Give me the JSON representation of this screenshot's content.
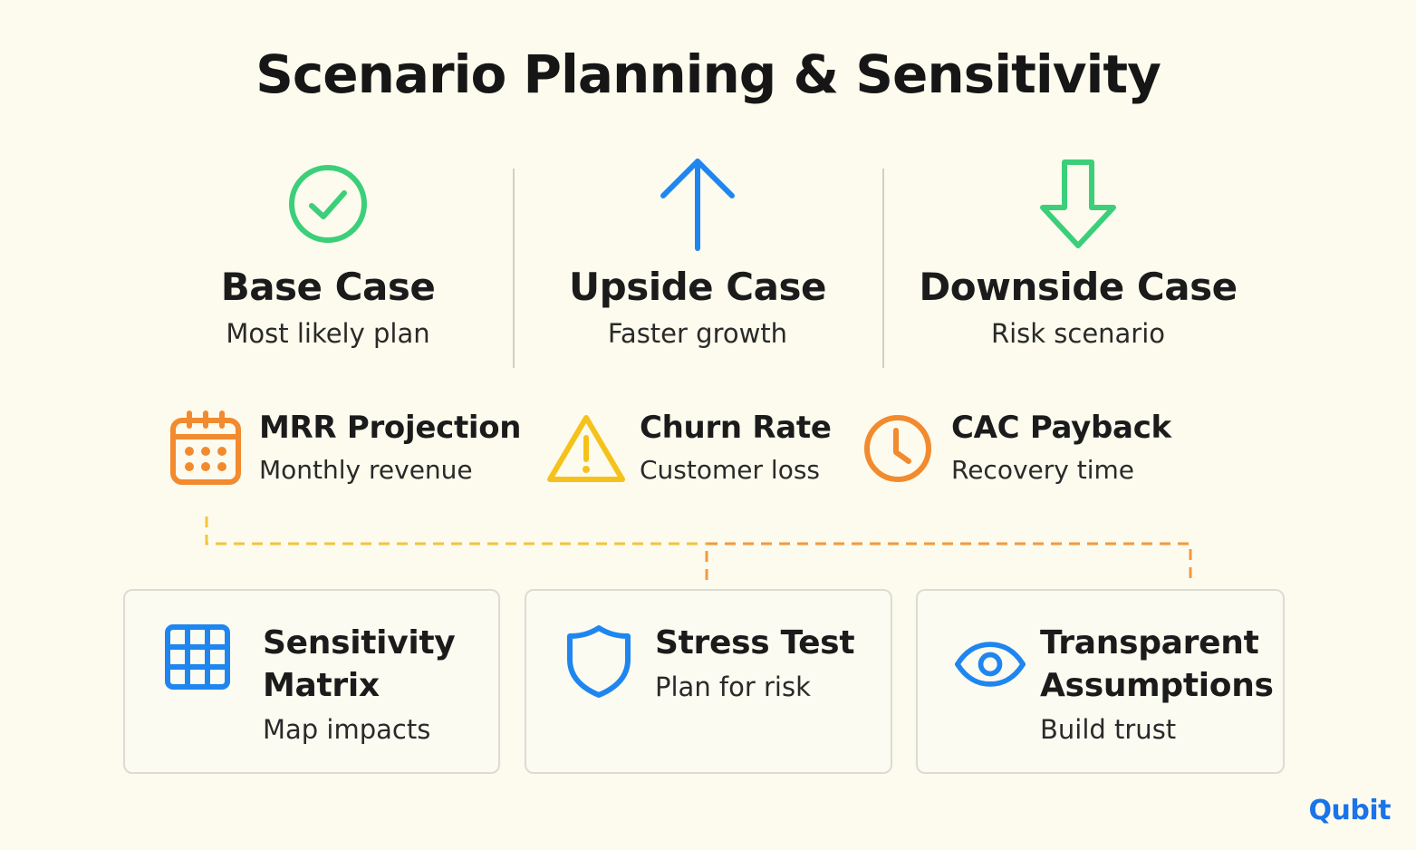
{
  "title": "Scenario Planning & Sensitivity",
  "cases": [
    {
      "name": "Base Case",
      "subtitle": "Most likely plan",
      "icon": "check-circle-icon",
      "color": "#3ccf7a"
    },
    {
      "name": "Upside Case",
      "subtitle": "Faster growth",
      "icon": "arrow-up-icon",
      "color": "#1f86f0"
    },
    {
      "name": "Downside Case",
      "subtitle": "Risk scenario",
      "icon": "arrow-down-icon",
      "color": "#3ccf7a"
    }
  ],
  "metrics": [
    {
      "name": "MRR Projection",
      "subtitle": "Monthly revenue",
      "icon": "calendar-icon",
      "color": "#f28a2e"
    },
    {
      "name": "Churn Rate",
      "subtitle": "Customer loss",
      "icon": "warning-icon",
      "color": "#f5c21b"
    },
    {
      "name": "CAC Payback",
      "subtitle": "Recovery time",
      "icon": "clock-icon",
      "color": "#f28a2e"
    }
  ],
  "tools": [
    {
      "name_line1": "Sensitivity",
      "name_line2": "Matrix",
      "subtitle": "Map impacts",
      "icon": "grid-icon",
      "color": "#1f86f0"
    },
    {
      "name_line1": "Stress Test",
      "name_line2": "",
      "subtitle": "Plan for risk",
      "icon": "shield-icon",
      "color": "#1f86f0"
    },
    {
      "name_line1": "Transparent",
      "name_line2": "Assumptions",
      "subtitle": "Build trust",
      "icon": "eye-icon",
      "color": "#1f86f0"
    }
  ],
  "connector_colors": {
    "yellow": "#f2c53d",
    "orange": "#f39a3c"
  },
  "brand": "Qubit"
}
